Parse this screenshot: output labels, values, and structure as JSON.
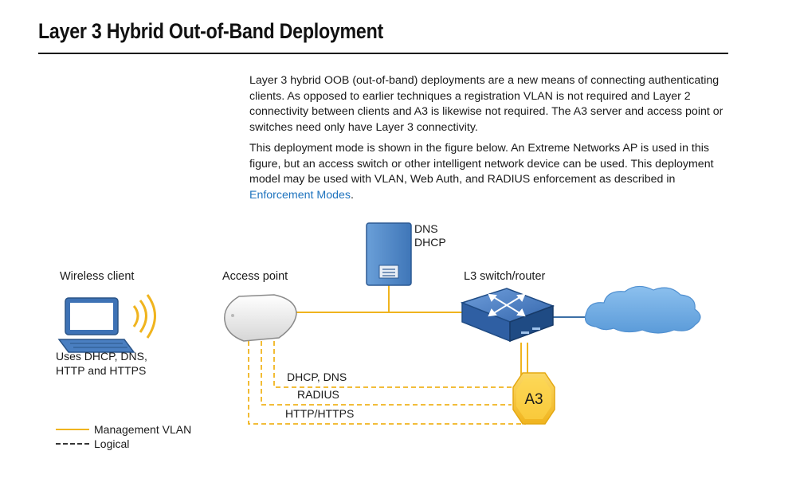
{
  "page": {
    "title": "Layer 3 Hybrid Out-of-Band Deployment"
  },
  "intro": {
    "paragraph1": "Layer 3 hybrid OOB (out-of-band) deployments are a new means of connecting authenticating clients. As opposed to earlier techniques a registration VLAN is not required and Layer 2 connectivity between clients and A3 is likewise not required. The A3 server and access point or switches need only have Layer 3 connectivity.",
    "paragraph2_before_link": "This deployment mode is shown in the figure below. An Extreme Networks AP is used in this figure, but an access switch or other intelligent network device can be used. This deployment model may be used with VLAN, Web Auth, and RADIUS enforcement as described in ",
    "link_text": "Enforcement Modes",
    "paragraph2_after_link": "."
  },
  "diagram": {
    "wireless_client_label": "Wireless client",
    "client_note_line1": "Uses DHCP, DNS,",
    "client_note_line2": "HTTP and HTTPS",
    "access_point_label": "Access point",
    "server_label_line1": "DNS",
    "server_label_line2": "DHCP",
    "switch_label": "L3 switch/router",
    "a3_label": "A3",
    "flows": [
      "DHCP, DNS",
      "RADIUS",
      "HTTP/HTTPS"
    ],
    "legend": {
      "management": "Management VLAN",
      "logical": "Logical"
    },
    "colors": {
      "management_line": "#f0b41e",
      "logical_line": "#f0b41e",
      "cloud_fill": "#74aee2",
      "server_fill": "#4e86c6",
      "switch_fill": "#3a73bd",
      "a3_fill": "#f4c530",
      "accent_link": "#1e73be"
    }
  }
}
